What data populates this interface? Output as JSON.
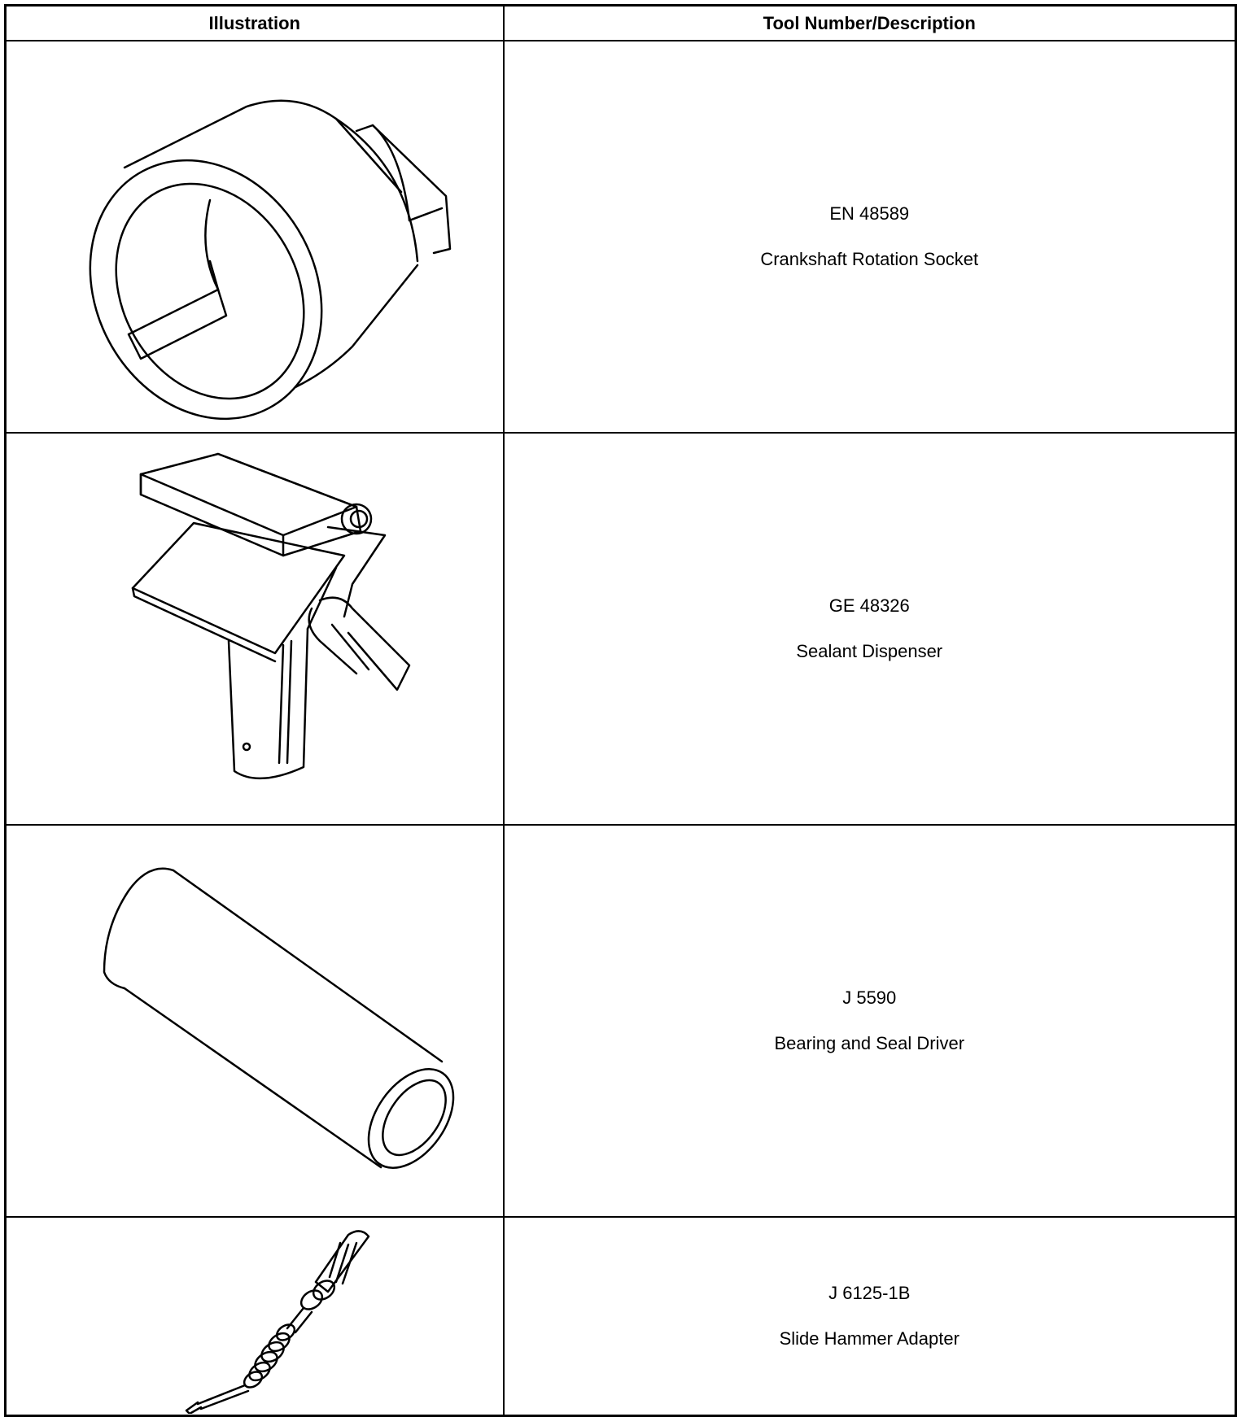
{
  "table": {
    "headers": {
      "illustration": "Illustration",
      "tool": "Tool Number/Description"
    },
    "rows": [
      {
        "number": "EN 48589",
        "description": "Crankshaft Rotation Socket",
        "icon": "crankshaft-rotation-socket-illustration"
      },
      {
        "number": "GE 48326",
        "description": "Sealant Dispenser",
        "icon": "sealant-dispenser-illustration"
      },
      {
        "number": "J 5590",
        "description": "Bearing and Seal Driver",
        "icon": "bearing-and-seal-driver-illustration"
      },
      {
        "number": "J 6125-1B",
        "description": "Slide Hammer Adapter",
        "icon": "slide-hammer-adapter-illustration"
      }
    ]
  }
}
